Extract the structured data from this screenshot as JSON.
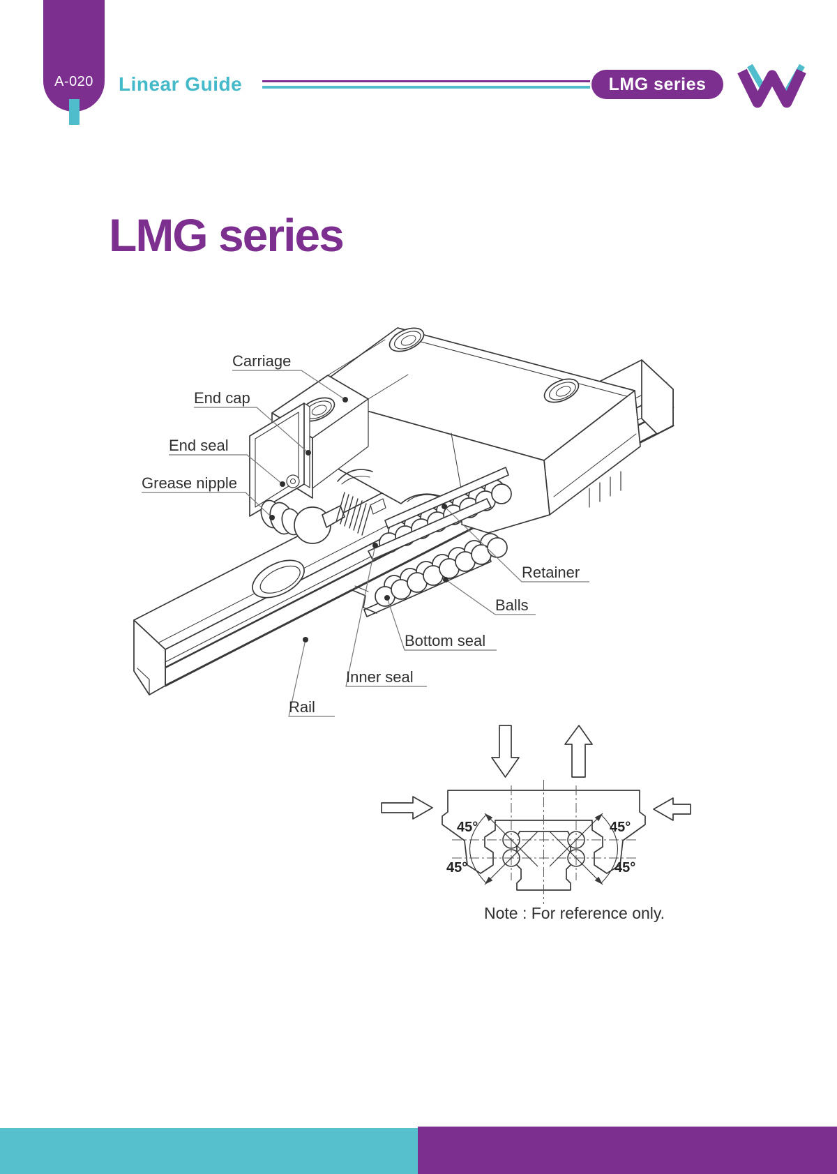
{
  "header": {
    "page_code": "A-020",
    "category": "Linear Guide",
    "series_badge": "LMG series"
  },
  "title": "LMG series",
  "diagram": {
    "labels": {
      "carriage": "Carriage",
      "end_cap": "End cap",
      "end_seal": "End seal",
      "grease_nipple": "Grease nipple",
      "retainer": "Retainer",
      "balls": "Balls",
      "bottom_seal": "Bottom seal",
      "inner_seal": "Inner seal",
      "rail": "Rail"
    },
    "cross_section": {
      "angles": [
        "45°",
        "45°",
        "45°",
        "45°"
      ],
      "note": "Note : For reference only."
    }
  },
  "colors": {
    "purple": "#7c2f8e",
    "teal": "#4fbdcb",
    "line": "#383838",
    "label_text": "#2f2f2f"
  }
}
